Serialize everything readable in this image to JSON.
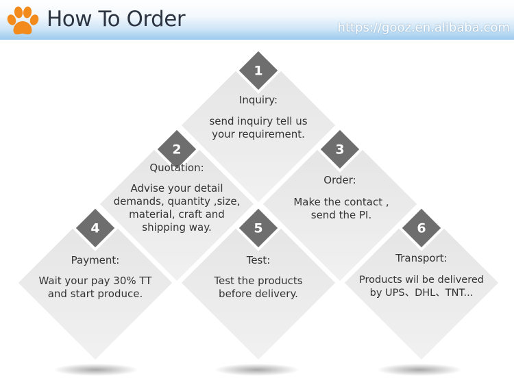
{
  "header": {
    "title": "How To Order",
    "url": "https://gooz.en.alibaba.com",
    "accent_color": "#f28a1c",
    "badge_color": "#707070"
  },
  "steps": [
    {
      "number": "1",
      "title": "Inquiry:",
      "desc": "send inquiry tell us\nyour requirement."
    },
    {
      "number": "2",
      "title": "Quotation:",
      "desc": "Advise your detail\ndemands, quantity ,size,\nmaterial, craft and\nshipping way."
    },
    {
      "number": "3",
      "title": "Order:",
      "desc": "Make the contact ,\nsend the PI."
    },
    {
      "number": "4",
      "title": "Payment:",
      "desc": "Wait your pay 30% TT\nand start produce."
    },
    {
      "number": "5",
      "title": "Test:",
      "desc": "Test the products\nbefore delivery."
    },
    {
      "number": "6",
      "title": "Transport:",
      "desc": "Products wil be delivered\nby UPS、DHL、TNT..."
    }
  ]
}
